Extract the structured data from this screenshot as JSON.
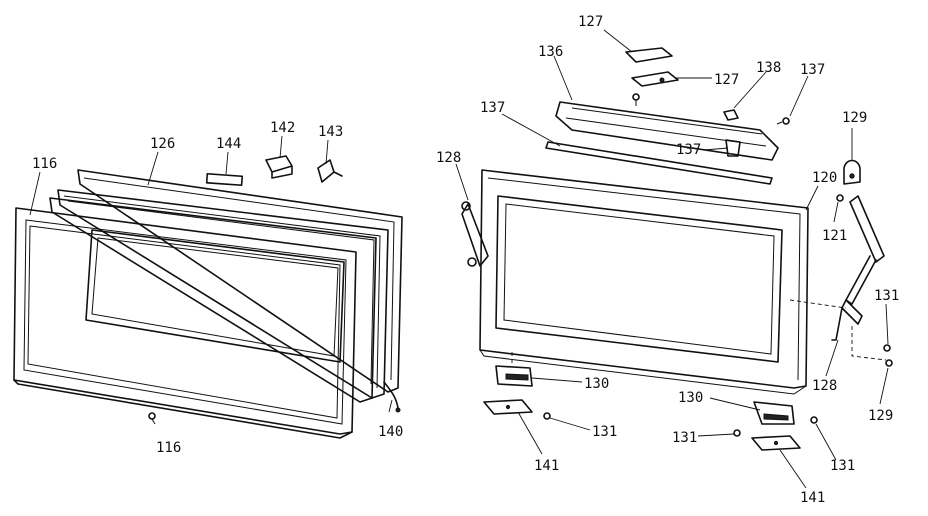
{
  "diagram": {
    "callouts": {
      "c116a": "116",
      "c126": "126",
      "c144": "144",
      "c142": "142",
      "c143": "143",
      "c116b": "116",
      "c140": "140",
      "c127a": "127",
      "c127b": "127",
      "c136": "136",
      "c138": "138",
      "c137a": "137",
      "c137b": "137",
      "c137c": "137",
      "c129a": "129",
      "c128a": "128",
      "c120": "120",
      "c121": "121",
      "c131a": "131",
      "c128b": "128",
      "c129b": "129",
      "c130a": "130",
      "c131b": "131",
      "c141a": "141",
      "c130b": "130",
      "c131c": "131",
      "c131d": "131",
      "c141b": "141"
    }
  }
}
